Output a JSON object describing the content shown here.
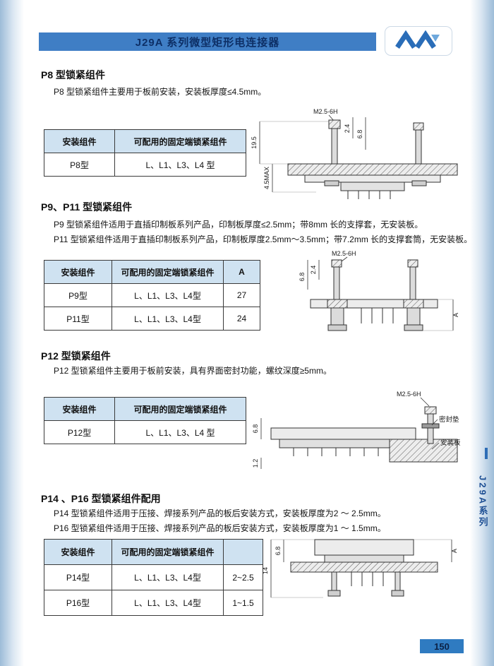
{
  "header": {
    "title": "J29A 系列微型矩形电连接器"
  },
  "side_tab": "J29A系列",
  "page_number": "150",
  "sections": {
    "p8": {
      "heading": "P8 型锁紧组件",
      "desc": "P8 型锁紧组件主要用于板前安装，安装板厚度≤4.5mm。",
      "table": {
        "col1": "安装组件",
        "col2": "可配用的固定端锁紧组件",
        "row1c1": "P8型",
        "row1c2": "L、L1、L3、L4 型"
      },
      "dims": {
        "thread": "M2.5-6H",
        "d1": "2.4",
        "d2": "6.8",
        "d3": "19.5",
        "d4": "4.5MAX"
      }
    },
    "p9p11": {
      "heading": "P9、P11 型锁紧组件",
      "desc1": "P9 型锁紧组件适用于直插印制板系列产品，印制板厚度≤2.5mm；带8mm 长的支撑套，无安装板。",
      "desc2": "P11 型锁紧组件适用于直插印制板系列产品，印制板厚度2.5mm～3.5mm；带7.2mm 长的支撑套筒，无安装板。",
      "table": {
        "col1": "安装组件",
        "col2": "可配用的固定端锁紧组件",
        "col3": "A",
        "row1c1": "P9型",
        "row1c2": "L、L1、L3、L4型",
        "row1c3": "27",
        "row2c1": "P11型",
        "row2c2": "L、L1、L3、L4型",
        "row2c3": "24"
      },
      "dims": {
        "thread": "M2.5-6H",
        "d1": "2.4",
        "d2": "6.8",
        "d3": "A"
      }
    },
    "p12": {
      "heading": "P12 型锁紧组件",
      "desc": "P12 型锁紧组件主要用于板前安装，具有界面密封功能，螺纹深度≥5mm。",
      "table": {
        "col1": "安装组件",
        "col2": "可配用的固定端锁紧组件",
        "row1c1": "P12型",
        "row1c2": "L、L1、L3、L4 型"
      },
      "dims": {
        "thread": "M2.5-6H",
        "d1": "6.8",
        "d2": "1.2",
        "label1": "密封垫",
        "label2": "安装板"
      }
    },
    "p14p16": {
      "heading": "P14 、P16 型锁紧组件配用",
      "desc1": "P14 型锁紧组件适用于压接、焊接系列产品的板后安装方式，安装板厚度为2 ～ 2.5mm。",
      "desc2": "P16 型锁紧组件适用于压接、焊接系列产品的板后安装方式，安装板厚度为1 ～ 1.5mm。",
      "table": {
        "col1": "安装组件",
        "col2": "可配用的固定端锁紧组件",
        "col3": "",
        "row1c1": "P14型",
        "row1c2": "L、L1、L3、L4型",
        "row1c3": "2~2.5",
        "row2c1": "P16型",
        "row2c2": "L、L1、L3、L4型",
        "row2c3": "1~1.5"
      },
      "dims": {
        "d1": "6.8",
        "d2": "14",
        "d3": "A"
      }
    }
  }
}
